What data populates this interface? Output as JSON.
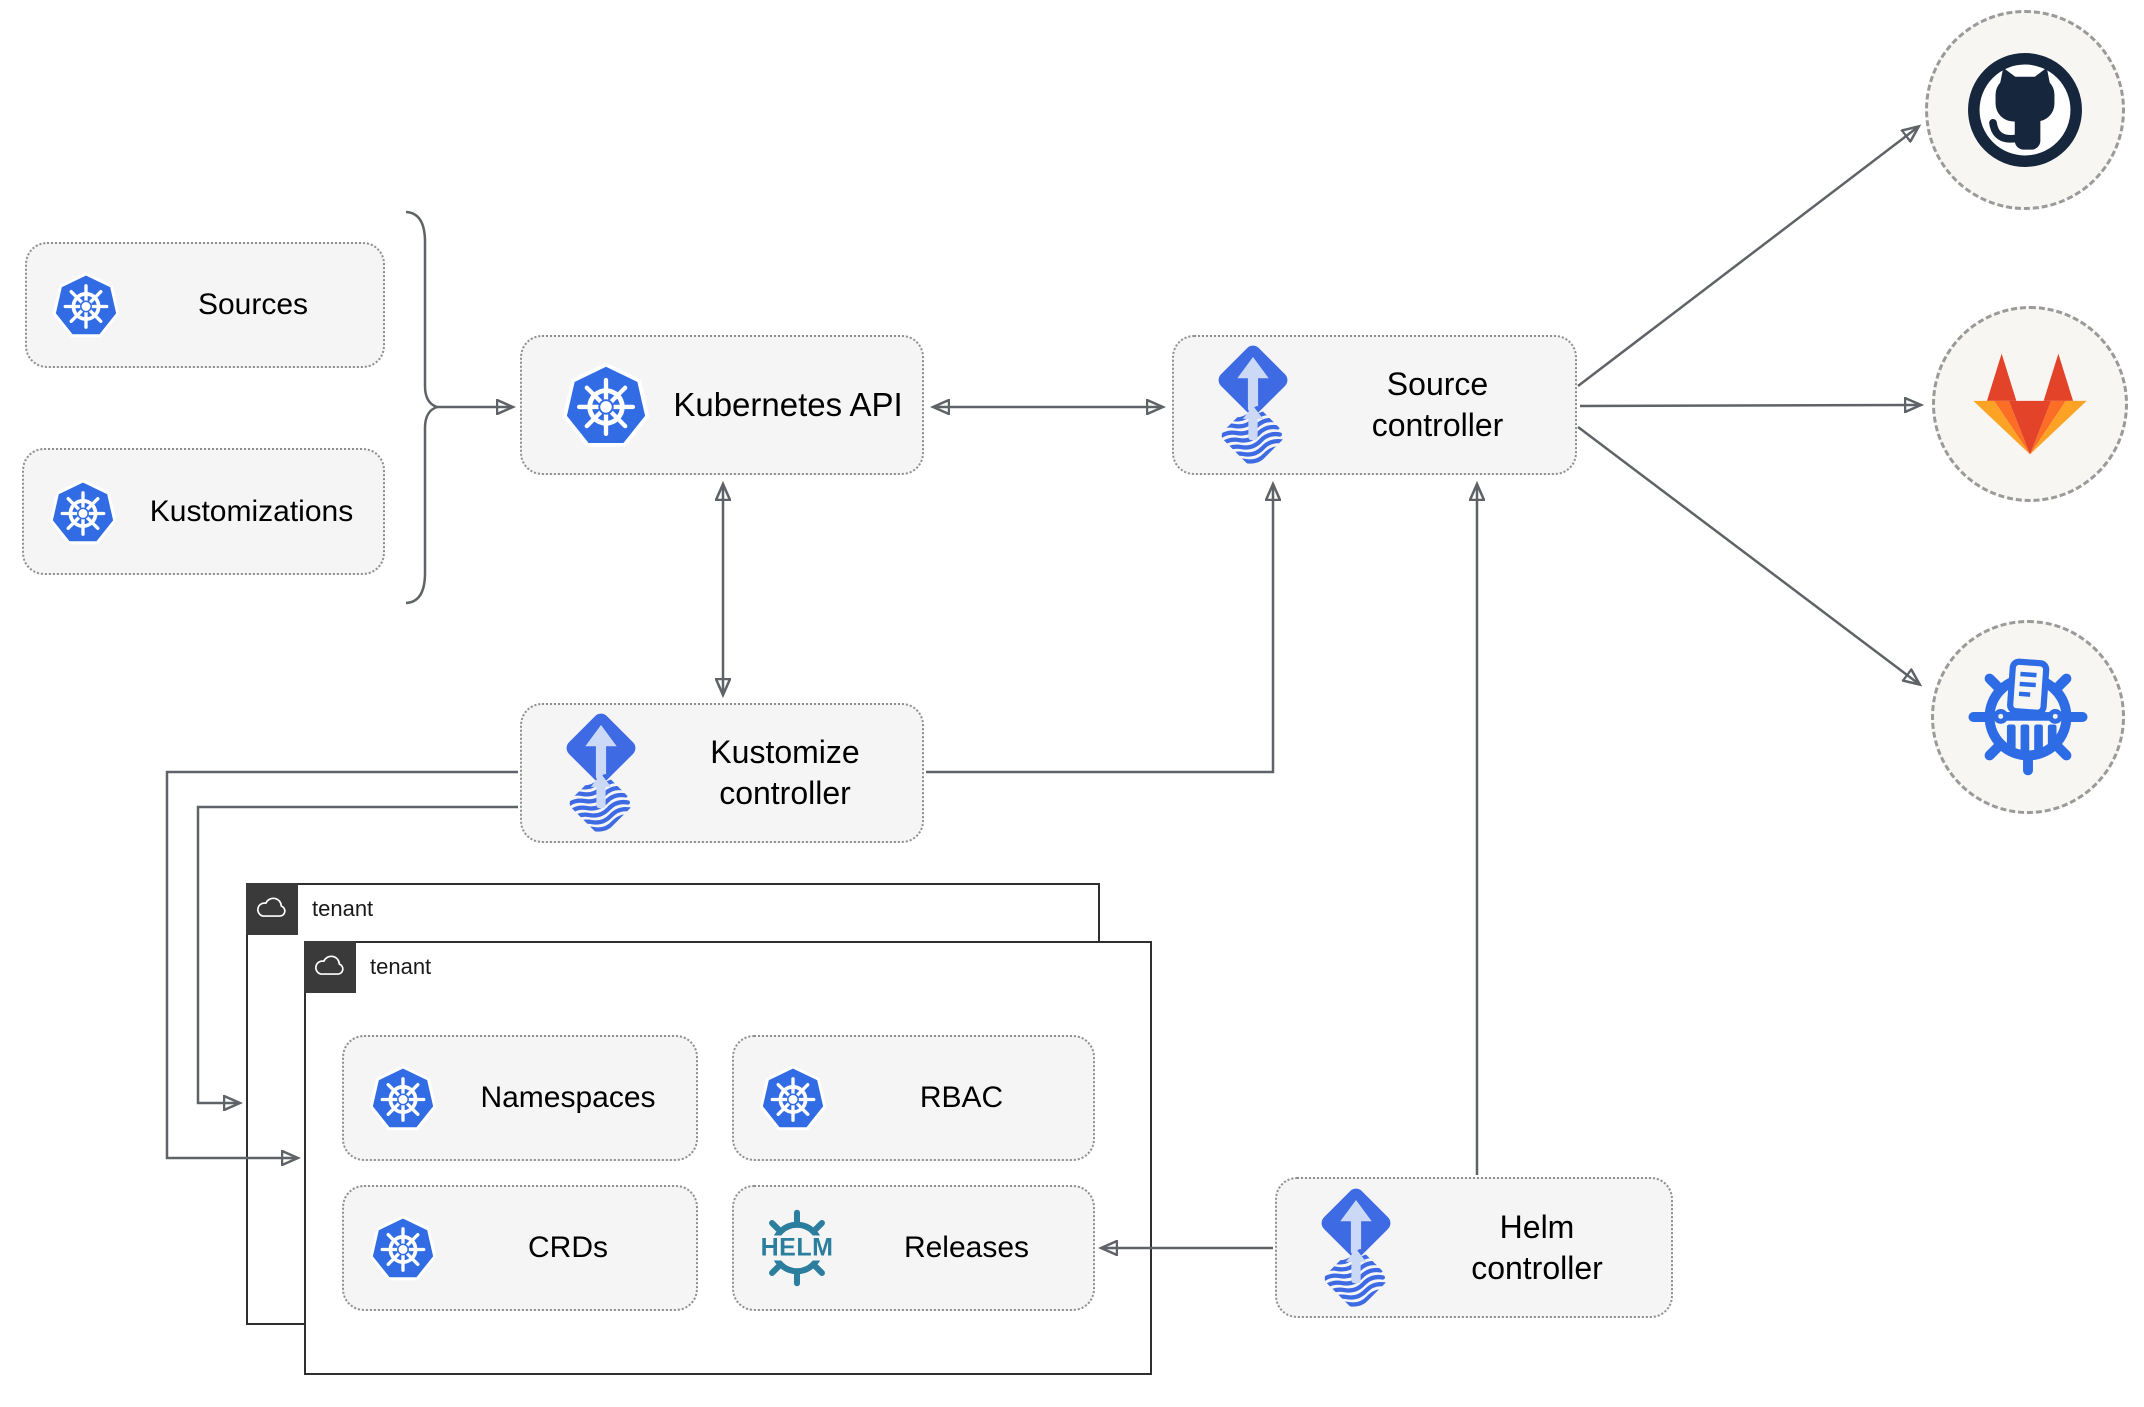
{
  "nodes": {
    "sources": {
      "label": "Sources"
    },
    "kustomizations": {
      "label": "Kustomizations"
    },
    "kubernetes_api": {
      "label": "Kubernetes API"
    },
    "source_controller": {
      "label": "Source controller"
    },
    "kustomize_controller": {
      "label": "Kustomize controller"
    },
    "helm_controller": {
      "label": "Helm controller"
    },
    "namespaces": {
      "label": "Namespaces"
    },
    "rbac": {
      "label": "RBAC"
    },
    "crds": {
      "label": "CRDs"
    },
    "releases": {
      "label": "Releases"
    }
  },
  "tenants": {
    "outer": {
      "label": "tenant"
    },
    "inner": {
      "label": "tenant"
    }
  },
  "icons": {
    "helm_wordmark": "HELM",
    "kubernetes": "kubernetes-wheel-icon",
    "flux": "flux-controller-icon",
    "helm": "helm-wheel-icon",
    "github": "github-octocat-icon",
    "gitlab": "gitlab-fox-icon",
    "kustomize": "kustomize-shredder-icon",
    "cloud": "cloud-icon"
  },
  "colors": {
    "k8s_blue": "#326ce5",
    "flux_blue": "#3e6be4",
    "flux_arrow_light": "#ccd9f6",
    "helm_teal": "#2b7e9d",
    "github_dark": "#16263c",
    "gitlab_dark_orange": "#e24329",
    "gitlab_orange": "#fc6d26",
    "gitlab_light_orange": "#fca326",
    "kustomize_blue": "#2e6ce5",
    "line_gray": "#5f6368",
    "node_bg": "#f5f5f5",
    "node_border": "#8f8f8f",
    "circle_bg": "#f7f6f2",
    "tenant_border": "#2f2f2f",
    "tenant_corner_bg": "#3a3a3a"
  }
}
